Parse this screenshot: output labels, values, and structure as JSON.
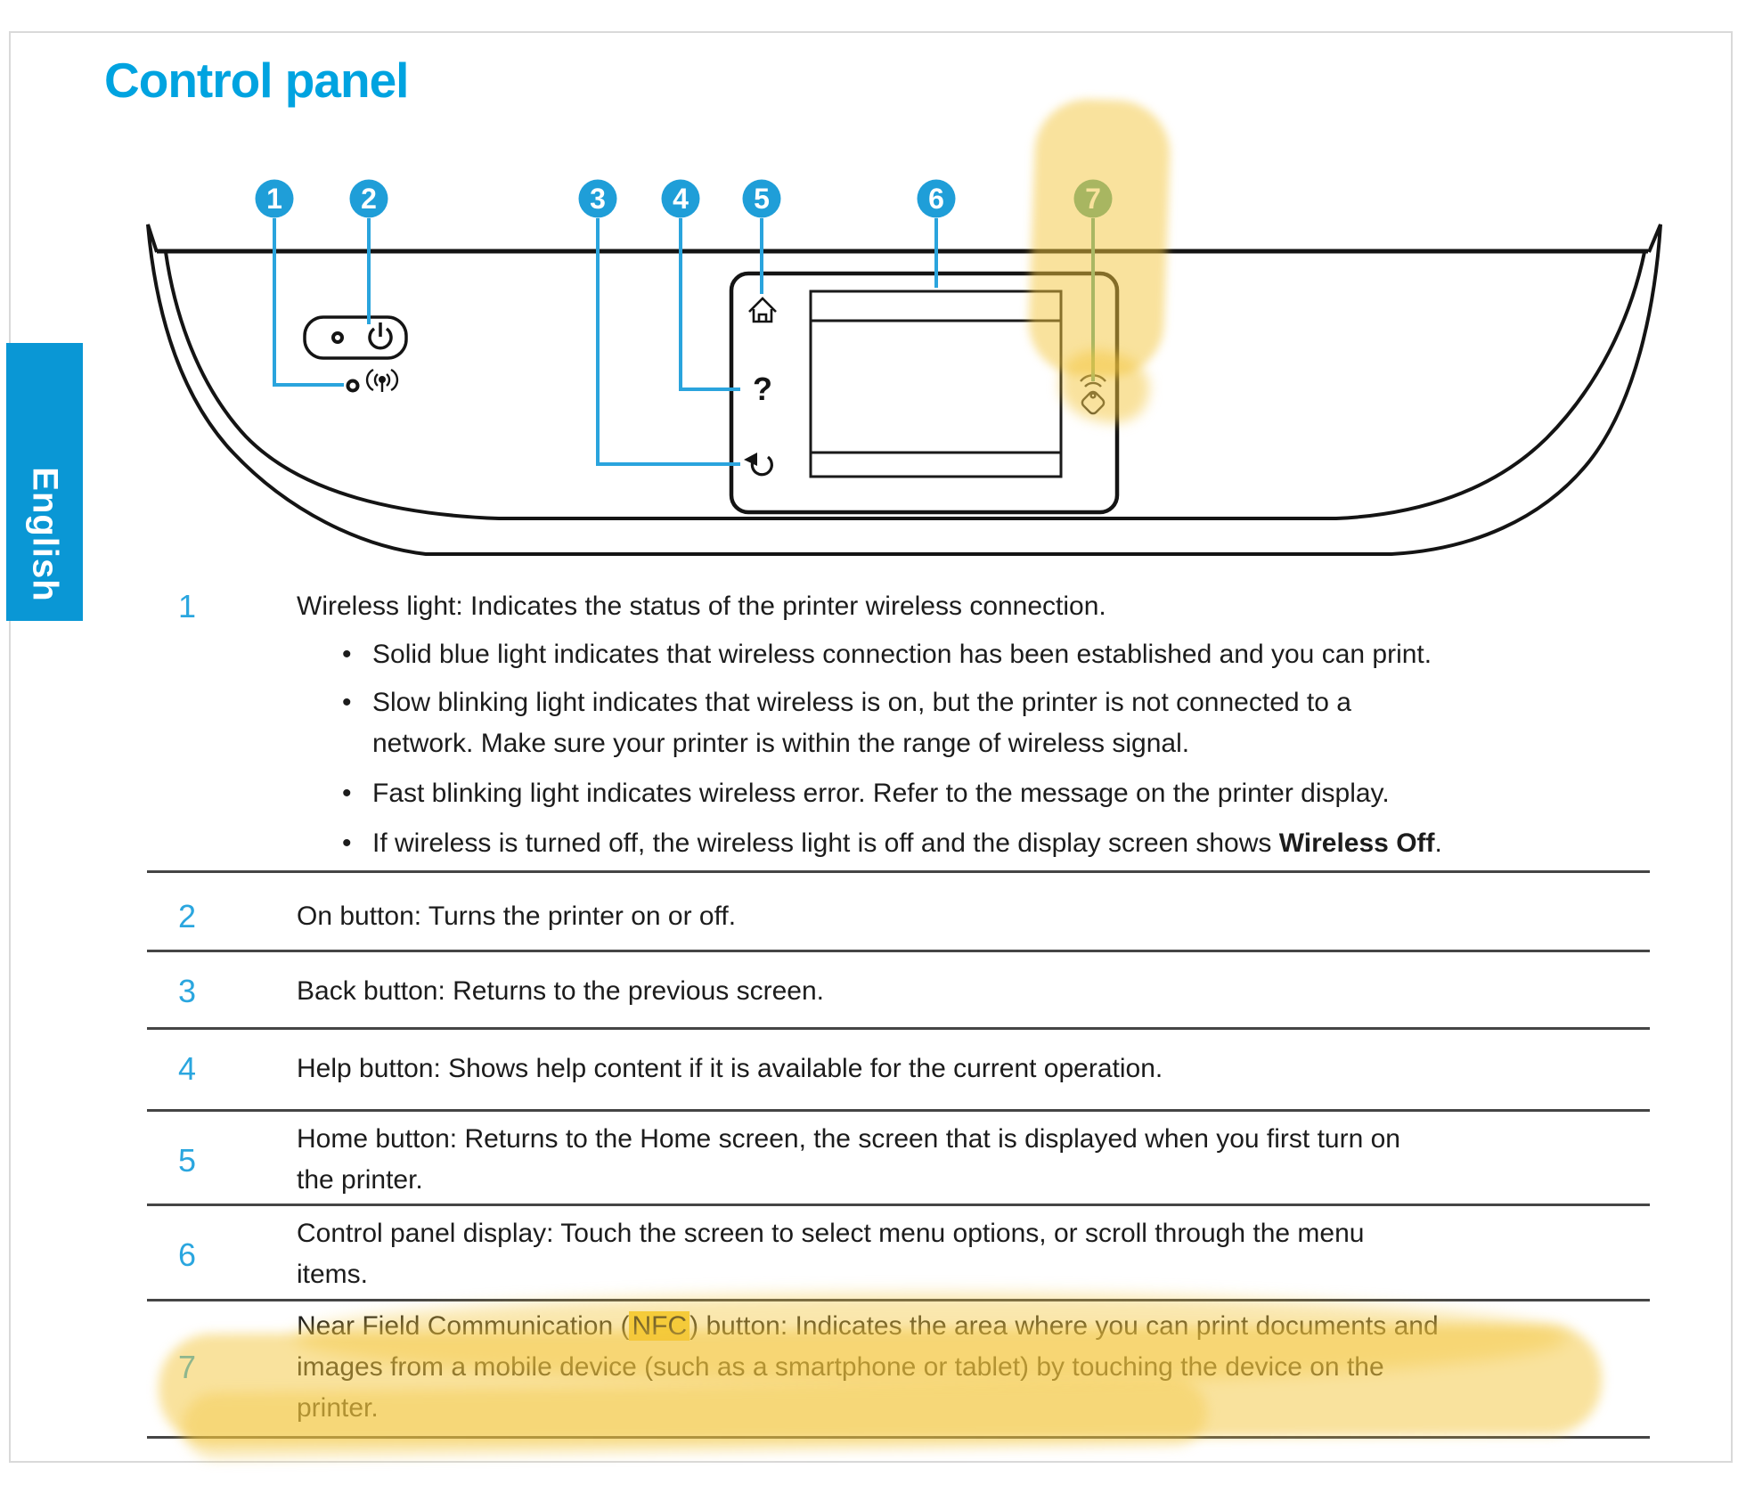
{
  "page": {
    "title": "Control panel",
    "language_tab": "English"
  },
  "callouts": {
    "labels": [
      "1",
      "2",
      "3",
      "4",
      "5",
      "6",
      "7"
    ],
    "blue": "#1f9ed8",
    "green": "#5ca687",
    "leader_blue": "#2aa4dd",
    "leader_green": "#5fa98a",
    "highlight_yellow": "#f3c63c"
  },
  "table": {
    "rows": [
      {
        "num": "1",
        "text": "Wireless light: Indicates the status of the printer wireless connection.",
        "bullets": [
          {
            "lines": [
              "Solid blue light indicates that wireless connection has been established and you can print."
            ]
          },
          {
            "lines": [
              "Slow blinking light indicates that wireless is on, but the printer is not connected to a",
              "network. Make sure your printer is within the range of wireless signal."
            ]
          },
          {
            "lines": [
              "Fast blinking light indicates wireless error. Refer to the message on the printer display."
            ]
          },
          {
            "pre": "If wireless is turned off, the wireless light is off and the display screen shows ",
            "bold": "Wireless Off",
            "post": "."
          }
        ]
      },
      {
        "num": "2",
        "text": "On button: Turns the printer on or off."
      },
      {
        "num": "3",
        "text": "Back button: Returns to the previous screen."
      },
      {
        "num": "4",
        "text": "Help button: Shows help content if it is available for the current operation."
      },
      {
        "num": "5",
        "lines": [
          "Home button: Returns to the Home screen, the screen that is displayed when you first turn on",
          "the printer."
        ]
      },
      {
        "num": "6",
        "lines": [
          "Control panel display: Touch the screen to select menu options, or scroll through the menu",
          "items."
        ]
      },
      {
        "num": "7",
        "l1_pre": "Near Field Communication (",
        "l1_nfc": "NFC",
        "l1_post": ") button: Indicates the area where you can print documents and",
        "l2": "images from a mobile device (such as a smartphone or tablet) by touching the device on the",
        "l3": "printer."
      }
    ]
  }
}
